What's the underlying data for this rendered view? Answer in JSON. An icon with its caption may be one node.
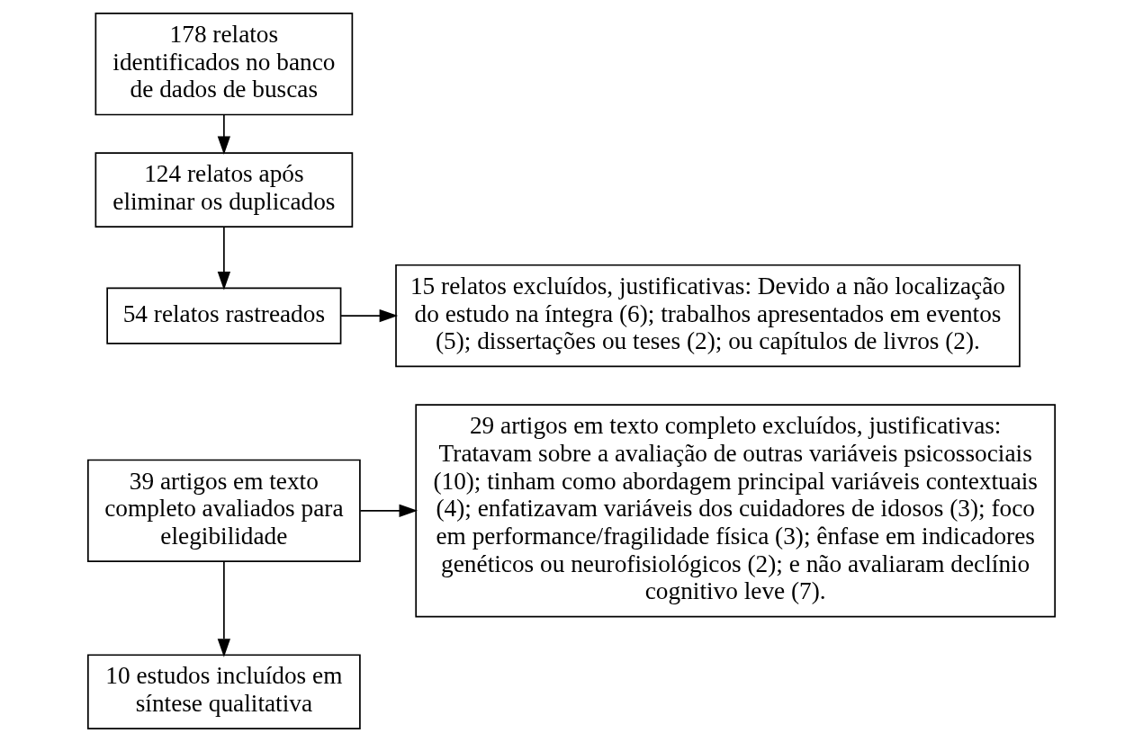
{
  "diagram": {
    "nodes": [
      {
        "text": [
          "178 relatos identificados no banco de dados de buscas"
        ]
      },
      {
        "text": [
          "124 relatos após eliminar os duplicados"
        ]
      },
      {
        "text": [
          "54 relatos rastreados"
        ]
      },
      {
        "text": [
          "15 relatos excluídos, justificativas: Devido a não localização do estudo na íntegra (6); trabalhos apresentados em eventos (5); dissertações ou teses (2); ou capítulos de livros (2)."
        ]
      },
      {
        "text": [
          "39 artigos em texto completo avaliados para elegibilidade"
        ]
      },
      {
        "text": [
          "29 artigos em texto completo excluídos, justificativas: Tratavam sobre a avaliação de outras variáveis psicossociais (10); tinham como abordagem principal variáveis contextuais (4); enfatizavam variáveis dos cuidadores de idosos (3); foco em performance/fragilidade física (3); ênfase em indicadores genéticos ou neurofisiológicos (2); e não avaliaram declínio cognitivo leve (7)."
        ]
      },
      {
        "text": [
          "10 estudos incluídos em síntese qualitativa"
        ]
      }
    ],
    "edges": [
      {
        "from": 0,
        "to": 1,
        "arrow": "to"
      },
      {
        "from": 1,
        "to": 2,
        "arrow": "to"
      },
      {
        "from": 2,
        "to": 3,
        "arrow": "to"
      },
      {
        "from": 4,
        "to": 5,
        "arrow": "to"
      },
      {
        "from": 4,
        "to": 6,
        "arrow": "to"
      }
    ]
  }
}
